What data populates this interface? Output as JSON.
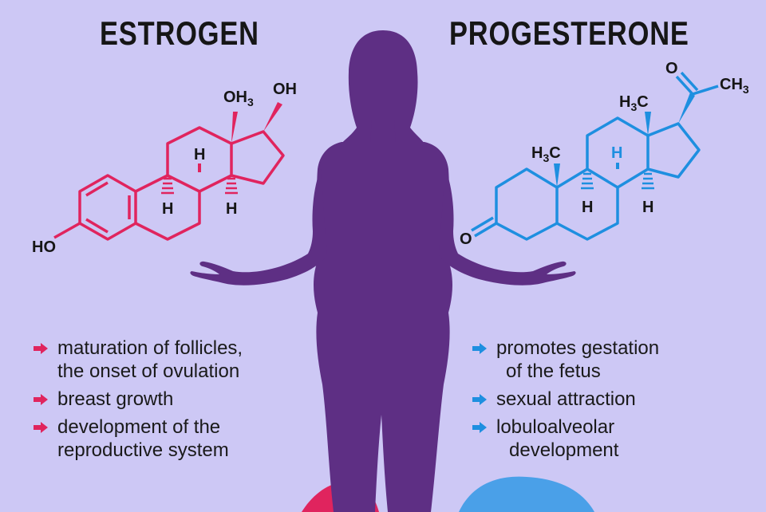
{
  "estrogen": {
    "title": "ESTROGEN",
    "color": "#e0245e",
    "labels": {
      "oh3": "OH",
      "oh3_sub": "3",
      "oh": "OH",
      "ho": "HO",
      "h1": "H",
      "h2": "H",
      "h3": "H"
    },
    "effects": [
      {
        "line1": "maturation of follicles,",
        "line2": "the onset of ovulation"
      },
      {
        "line1": "breast growth",
        "line2": ""
      },
      {
        "line1": "development of the",
        "line2": "reproductive system"
      }
    ]
  },
  "progesterone": {
    "title": "PROGESTERONE",
    "color": "#1e8fe0",
    "labels": {
      "o_top": "O",
      "ch3": "CH",
      "ch3_sub": "3",
      "h3c_a": "H",
      "h3c_a_sub": "3",
      "h3c_a_c": "C",
      "h3c_b": "H",
      "h3c_b_sub": "3",
      "h3c_b_c": "C",
      "h_blue": "H",
      "h1": "H",
      "h2": "H",
      "o_left": "O"
    },
    "effects": [
      {
        "line1": "promotes gestation",
        "line2": "of the fetus"
      },
      {
        "line1": "sexual attraction",
        "line2": ""
      },
      {
        "line1": "lobuloalveolar",
        "line2": "development"
      }
    ]
  },
  "figure": {
    "color": "#5e2f84",
    "left_dome_color": "#e0245e",
    "right_dome_color": "#4aa0e8"
  },
  "background": "#cdc8f5"
}
